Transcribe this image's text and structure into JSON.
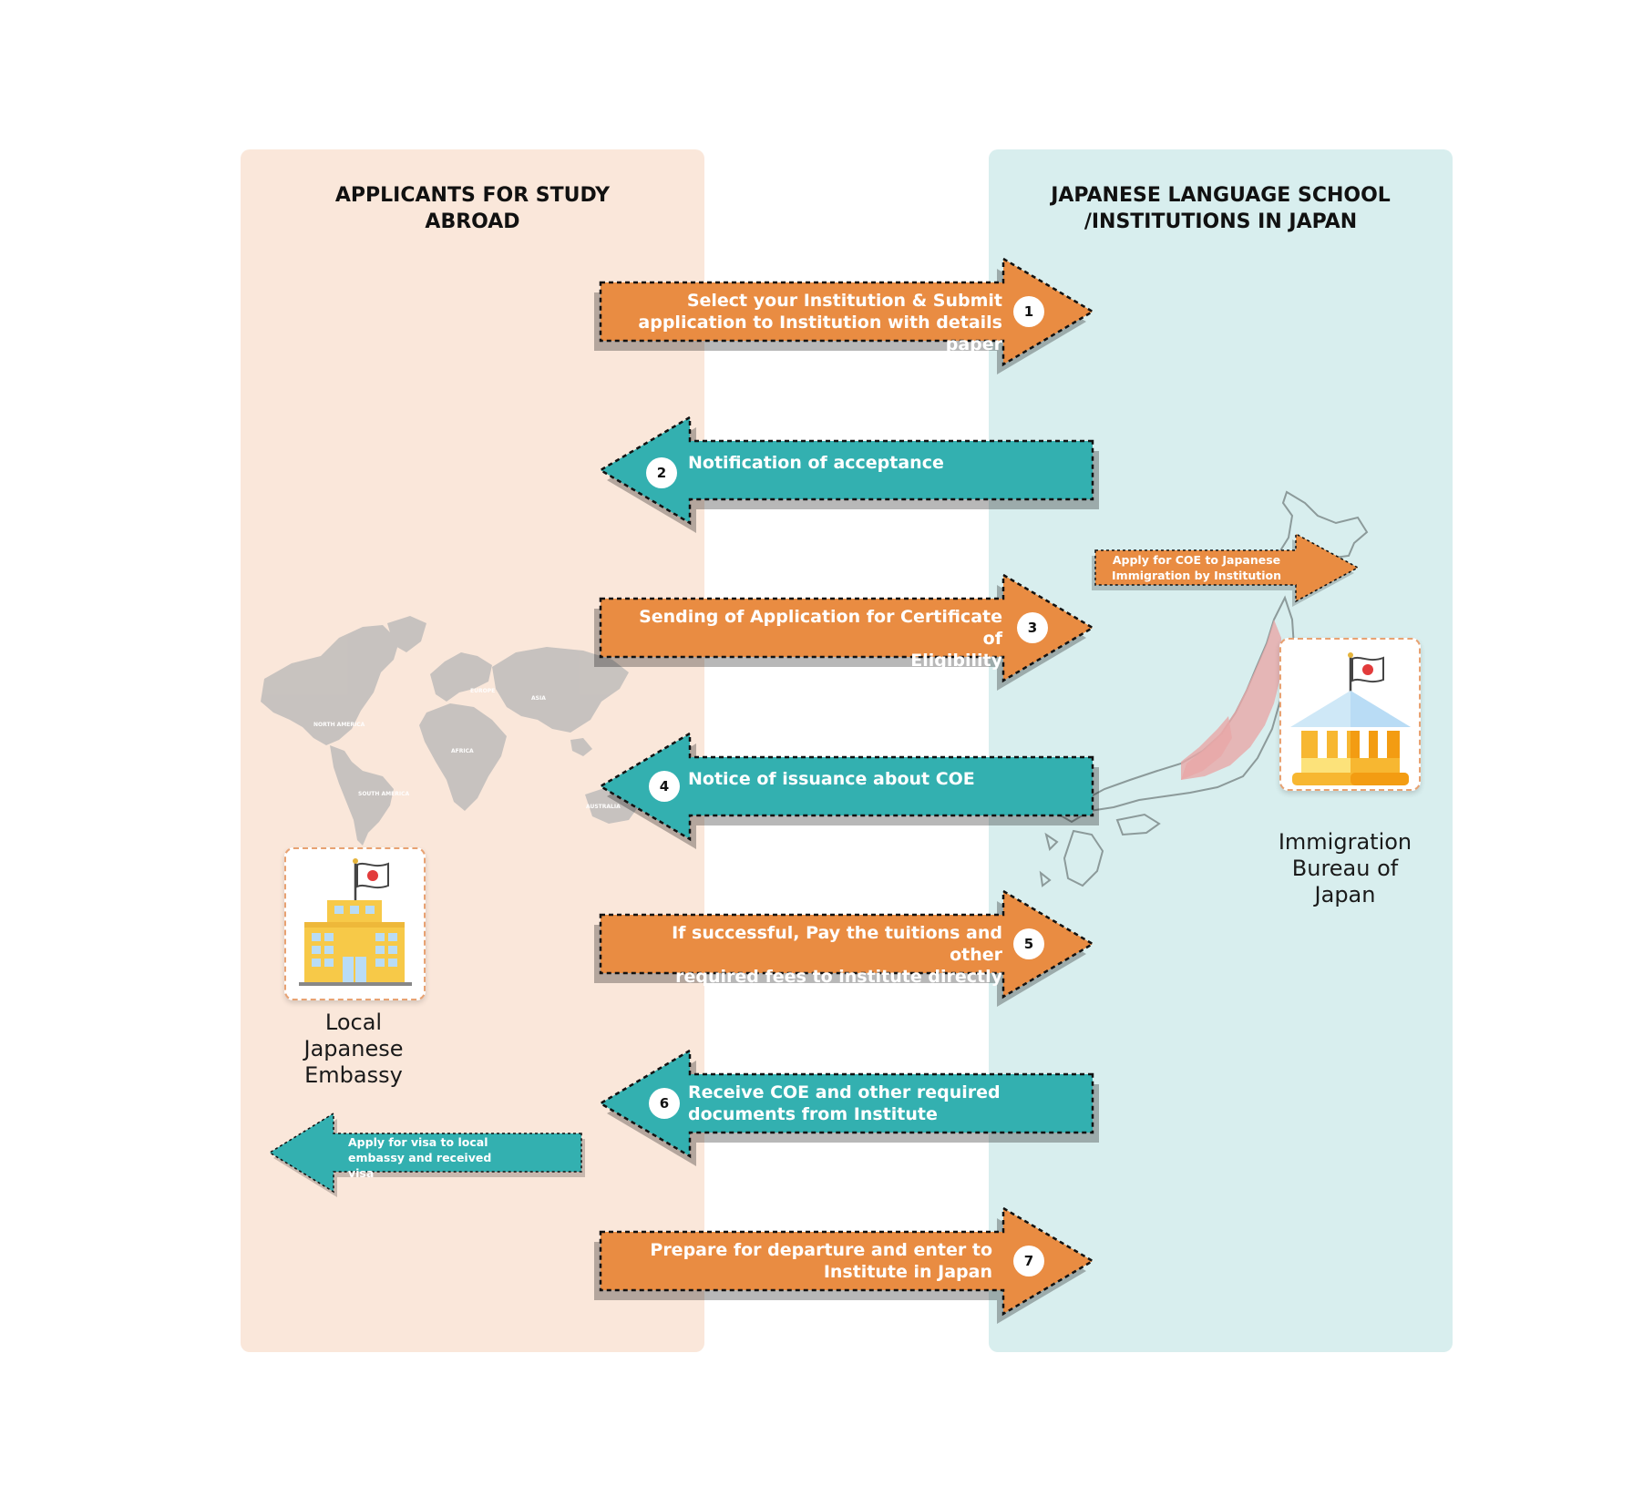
{
  "columns": {
    "left": {
      "title_lines": [
        "APPLICANTS FOR STUDY",
        "ABROAD"
      ]
    },
    "right": {
      "title_lines": [
        "JAPANESE LANGUAGE SCHOOL",
        "/INSTITUTIONS IN JAPAN"
      ]
    }
  },
  "steps": [
    {
      "number": "1",
      "direction": "right",
      "color": "#e98c42",
      "lines": [
        "Select your Institution & Submit",
        "application to Institution with details paper"
      ]
    },
    {
      "number": "2",
      "direction": "left",
      "color": "#33b0b0",
      "lines": [
        "Notification of acceptance"
      ]
    },
    {
      "number": "3",
      "direction": "right",
      "color": "#e98c42",
      "lines": [
        "Sending of Application for Certificate of",
        "Eligibility"
      ]
    },
    {
      "number": "4",
      "direction": "left",
      "color": "#33b0b0",
      "lines": [
        "Notice of issuance about COE"
      ]
    },
    {
      "number": "5",
      "direction": "right",
      "color": "#e98c42",
      "lines": [
        "If successful, Pay the tuitions and other",
        "required fees to institute directly"
      ]
    },
    {
      "number": "6",
      "direction": "left",
      "color": "#33b0b0",
      "lines": [
        "Receive COE and other required",
        "documents from Institute"
      ]
    },
    {
      "number": "7",
      "direction": "right",
      "color": "#e98c42",
      "lines": [
        "Prepare for departure and enter to",
        "Institute in Japan"
      ]
    }
  ],
  "side_arrows": {
    "coe": {
      "lines": [
        "Apply for COE to Japanese",
        "Immigration by Institution"
      ]
    },
    "visa": {
      "lines": [
        "Apply for visa to local",
        "embassy and received",
        "visa"
      ]
    }
  },
  "nodes": {
    "embassy": {
      "caption_lines": [
        "Local",
        "Japanese",
        "Embassy"
      ],
      "icon": "embassy-building-icon"
    },
    "immigration": {
      "caption_lines": [
        "Immigration",
        "Bureau of",
        "Japan"
      ],
      "icon": "government-building-icon"
    }
  },
  "world_map": {
    "labels": [
      "NORTH AMERICA",
      "SOUTH AMERICA",
      "EUROPE",
      "AFRICA",
      "ASIA",
      "AUSTRALIA"
    ]
  },
  "colors": {
    "orange": "#e98c42",
    "teal": "#33b0b0",
    "left_panel": "#fae7da",
    "right_panel": "#d8eeee"
  }
}
